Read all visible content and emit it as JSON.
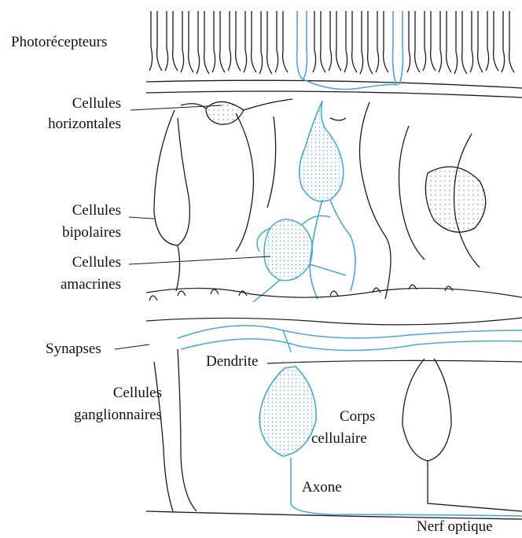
{
  "colors": {
    "ink": "#1a1a1a",
    "highlight": "#4aa8d4",
    "highlight_fill": "#cfe7f4",
    "background": "#ffffff"
  },
  "labels": {
    "photoreceptors": "Photorécepteurs",
    "horizontal_cells": [
      "Cellules",
      "horizontales"
    ],
    "bipolar_cells": [
      "Cellules",
      "bipolaires"
    ],
    "amacrine_cells": [
      "Cellules",
      "amacrines"
    ],
    "synapses": "Synapses",
    "ganglion_cells": [
      "Cellules",
      "ganglionnaires"
    ],
    "dendrite": "Dendrite",
    "cell_body": [
      "Corps",
      "cellulaire"
    ],
    "axon": "Axone",
    "optic_nerve": "Nerf optique"
  }
}
